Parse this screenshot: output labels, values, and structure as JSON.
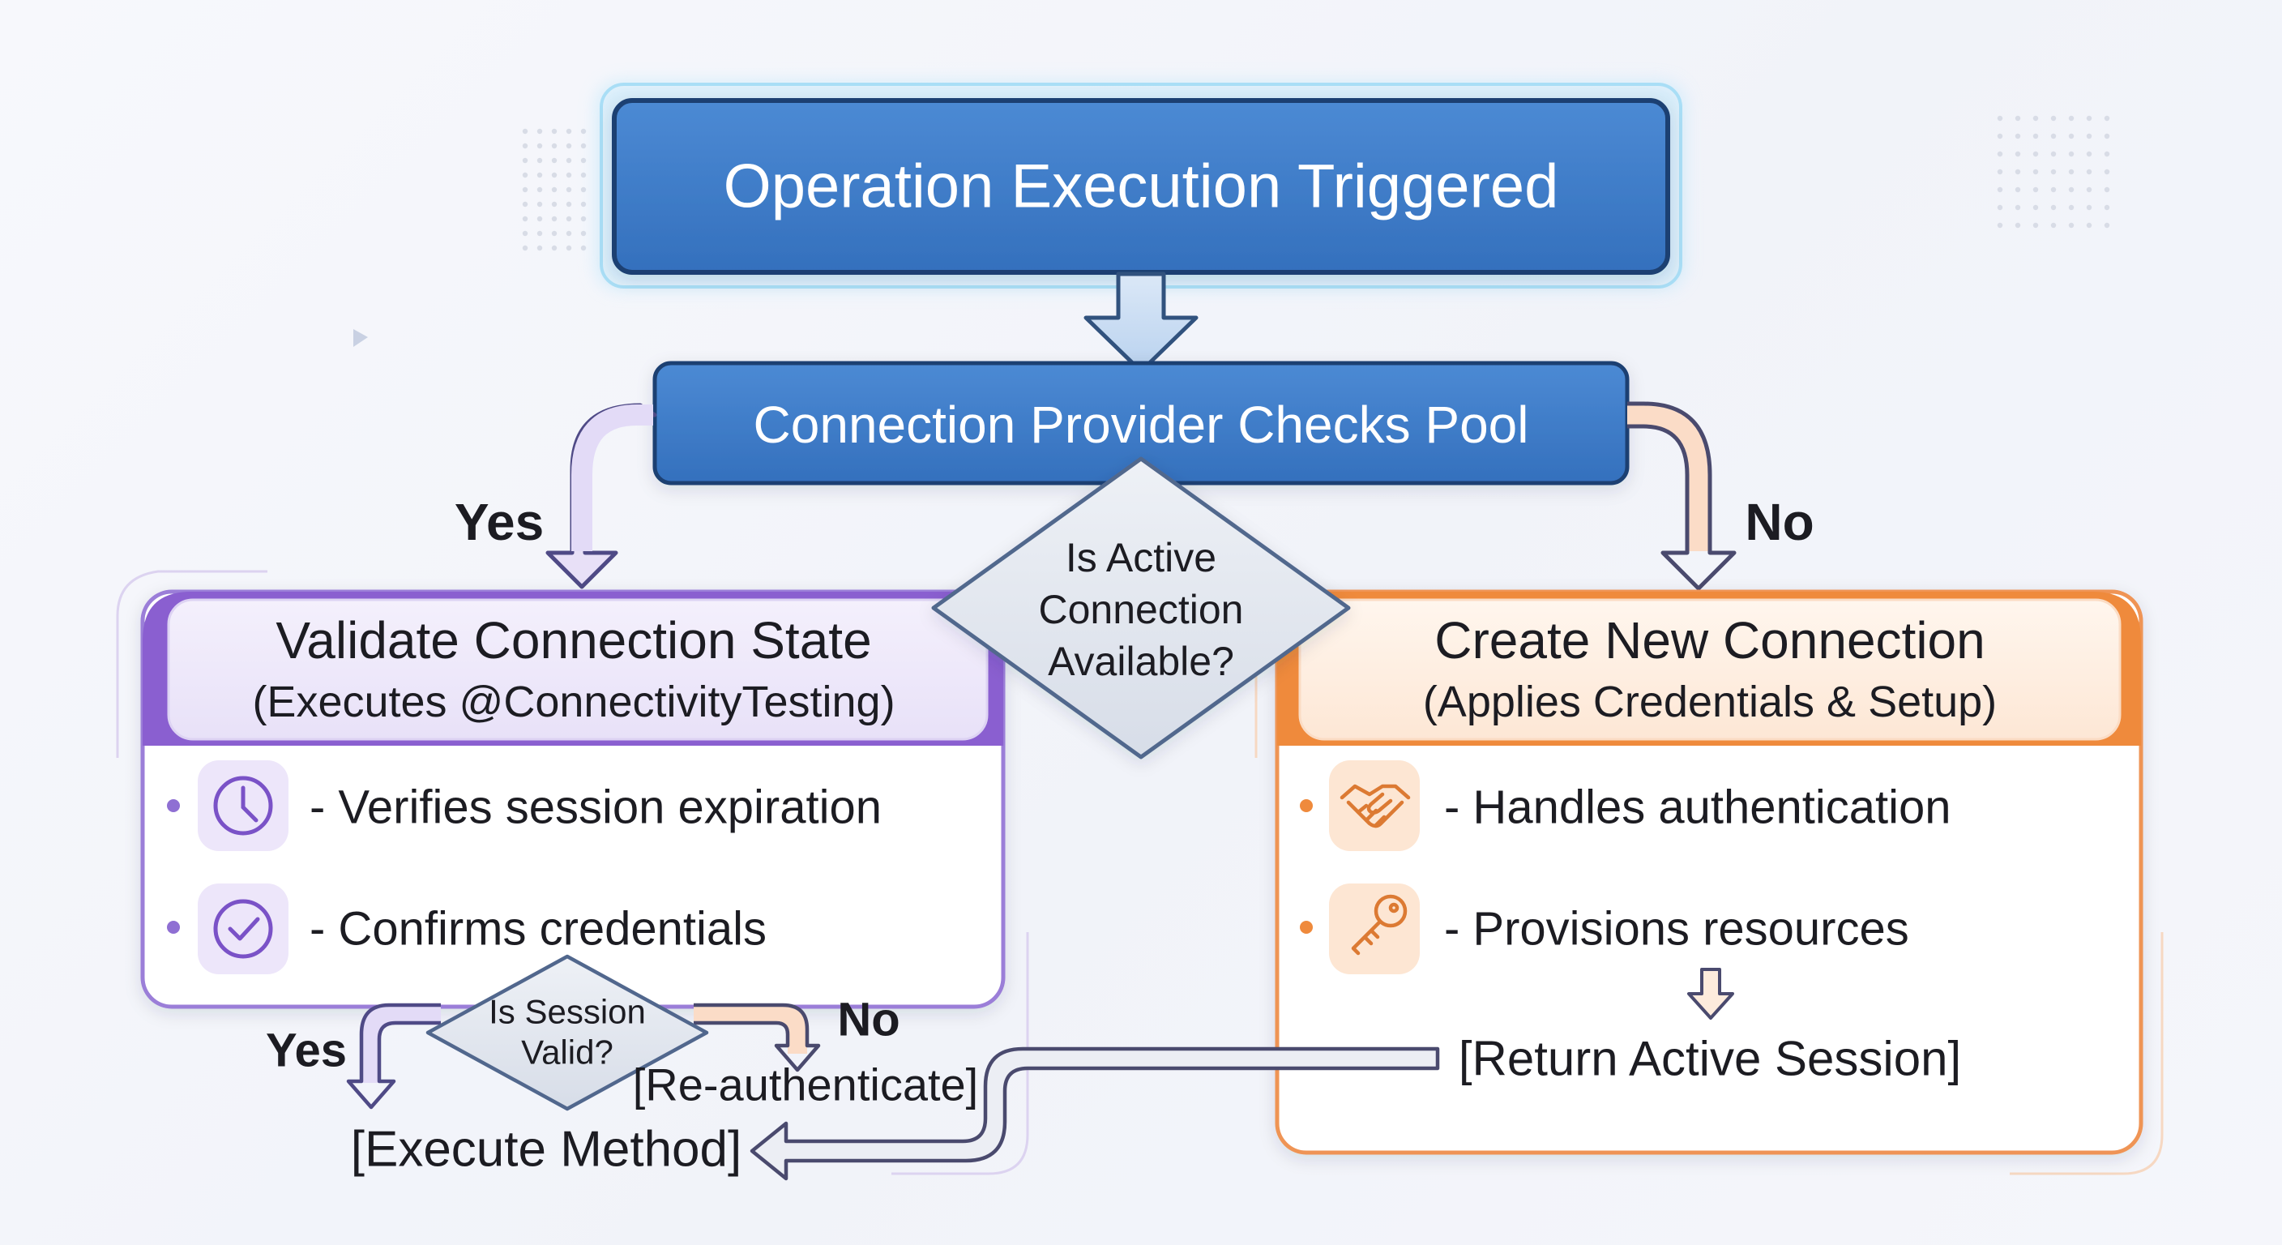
{
  "nodes": {
    "trigger": "Operation Execution Triggered",
    "pool": "Connection Provider Checks Pool",
    "decision_active": [
      "Is Active",
      "Connection",
      "Available?"
    ],
    "validate": {
      "title": "Validate Connection State",
      "subtitle": "(Executes @ConnectivityTesting)",
      "items": [
        {
          "icon": "clock-icon",
          "text": "- Verifies session expiration"
        },
        {
          "icon": "check-circle-icon",
          "text": "- Confirms credentials"
        }
      ]
    },
    "create": {
      "title": "Create New Connection",
      "subtitle": "(Applies Credentials & Setup)",
      "items": [
        {
          "icon": "handshake-icon",
          "text": "- Handles authentication"
        },
        {
          "icon": "key-icon",
          "text": "- Provisions resources"
        }
      ],
      "result": "[Return Active Session]"
    },
    "decision_session": [
      "Is Session",
      "Valid?"
    ],
    "reauth": "[Re-authenticate]",
    "execute": "[Execute Method]"
  },
  "edges": {
    "yes_main": "Yes",
    "no_main": "No",
    "yes_session": "Yes",
    "no_session": "No"
  },
  "colors": {
    "blue": "#3f7ec9",
    "blue_border": "#1f3f72",
    "purple": "#8a5fd0",
    "purple_light": "#efeafb",
    "orange": "#ef8a3c",
    "orange_light": "#fdeee2",
    "diamond": "#e3e8f1",
    "text": "#1c1c22"
  }
}
